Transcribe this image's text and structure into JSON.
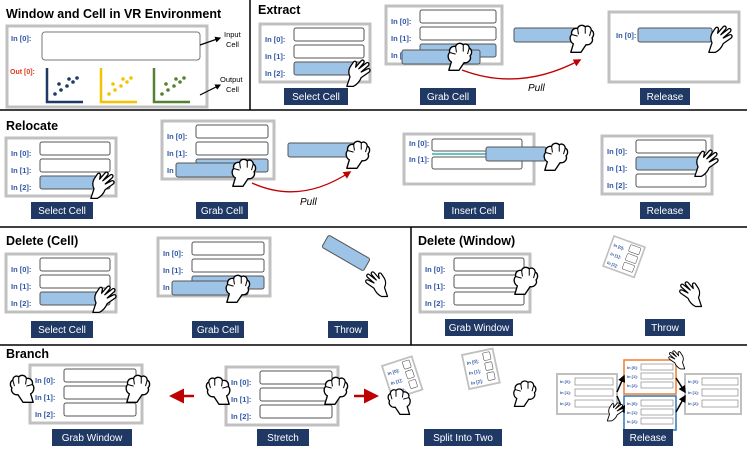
{
  "panels": {
    "window_cell": {
      "title": "Window and Cell in VR Environment",
      "in_label": "In [0]:",
      "out_label": "Out [0]:",
      "input_cell": "Input\nCell",
      "output_cell": "Output\nCell"
    },
    "extract": {
      "title": "Extract",
      "steps": [
        "Select Cell",
        "Grab Cell",
        "Release"
      ],
      "pull": "Pull"
    },
    "relocate": {
      "title": "Relocate",
      "steps": [
        "Select Cell",
        "Grab Cell",
        "Insert Cell",
        "Release"
      ],
      "pull": "Pull"
    },
    "delete_cell": {
      "title": "Delete (Cell)",
      "steps": [
        "Select Cell",
        "Grab Cell",
        "Throw"
      ]
    },
    "delete_window": {
      "title": "Delete (Window)",
      "steps": [
        "Grab Window",
        "Throw"
      ]
    },
    "branch": {
      "title": "Branch",
      "steps": [
        "Grab Window",
        "Stretch",
        "Split Into Two",
        "Release"
      ]
    }
  },
  "cell_labels": [
    "In [0]:",
    "In [1]:",
    "In [2]:"
  ],
  "colors": {
    "label_bg": "#1f3864",
    "cell_highlight": "#9dc3e6",
    "window_border": "#c0c0c0",
    "arrow_red": "#c00000",
    "chart_dark_blue": "#1f3864",
    "chart_yellow": "#f5c400",
    "chart_green": "#548235",
    "branch_orange": "#ed7d31",
    "branch_blue": "#2e75b6"
  }
}
